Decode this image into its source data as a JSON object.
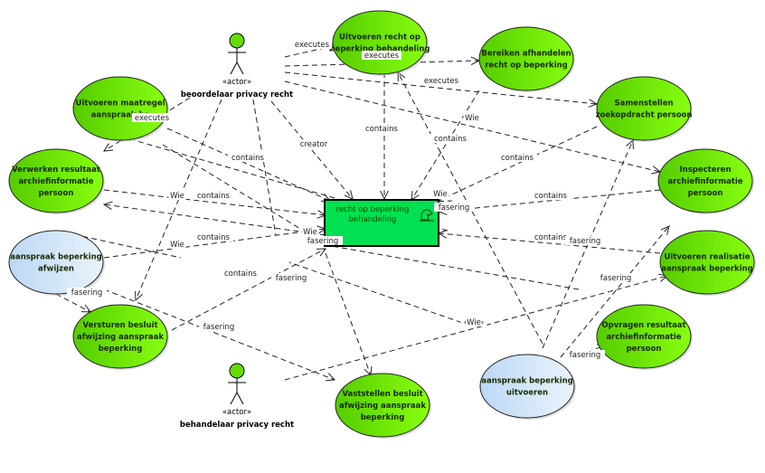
{
  "colors": {
    "usecase_green": "#66dd00",
    "usecase_blue": "#cfe4f7",
    "class_box": "#00e050",
    "line": "#222222"
  },
  "center_box": {
    "label": "recht op beperking behandeling",
    "icon": "knight-chess-icon"
  },
  "actors": [
    {
      "stereotype": "«actor»",
      "name": "beoordelaar privacy recht"
    },
    {
      "stereotype": "«actor»",
      "name": "behandelaar privacy recht"
    }
  ],
  "usecases": [
    {
      "lines": [
        "Uitvoeren recht op",
        "beperking behandeling"
      ],
      "kind": "green"
    },
    {
      "lines": [
        "Bereiken afhandelen",
        "recht op beperking"
      ],
      "kind": "green"
    },
    {
      "lines": [
        "Samenstellen",
        "zoekopdracht persoon"
      ],
      "kind": "green"
    },
    {
      "lines": [
        "Inspecteren",
        "archiefinformatie",
        "persoon"
      ],
      "kind": "green"
    },
    {
      "lines": [
        "Uitvoeren realisatie",
        "aanspraak beperking"
      ],
      "kind": "green"
    },
    {
      "lines": [
        "Opvragen resultaat",
        "archiefinformatie",
        "persoon"
      ],
      "kind": "green"
    },
    {
      "lines": [
        "aanspraak beperking",
        "uitvoeren"
      ],
      "kind": "blue"
    },
    {
      "lines": [
        "Vaststellen besluit",
        "afwijzing aanspraak",
        "beperking"
      ],
      "kind": "green"
    },
    {
      "lines": [
        "Versturen besluit",
        "afwijzing aanspraak",
        "beperking"
      ],
      "kind": "green"
    },
    {
      "lines": [
        "aanspraak beperking",
        "afwijzen"
      ],
      "kind": "blue"
    },
    {
      "lines": [
        "Verwerken resultaat",
        "archiefinformatie",
        "persoon"
      ],
      "kind": "green"
    },
    {
      "lines": [
        "Uitvoeren maatregel",
        "aanspraak be"
      ],
      "kind": "green"
    }
  ],
  "edge_labels": [
    "executes",
    "executes",
    "executes",
    "executes",
    "creator",
    "contains",
    "contains",
    "contains",
    "Wie",
    "contains",
    "contains",
    "Wie",
    "contains",
    "Wie",
    "fasering",
    "contains",
    "Wie",
    "Wie",
    "fasering",
    "contains",
    "fasering",
    "contains",
    "fasering",
    "fasering",
    "fasering",
    "fasering",
    "‹Wie›",
    "fasering"
  ]
}
